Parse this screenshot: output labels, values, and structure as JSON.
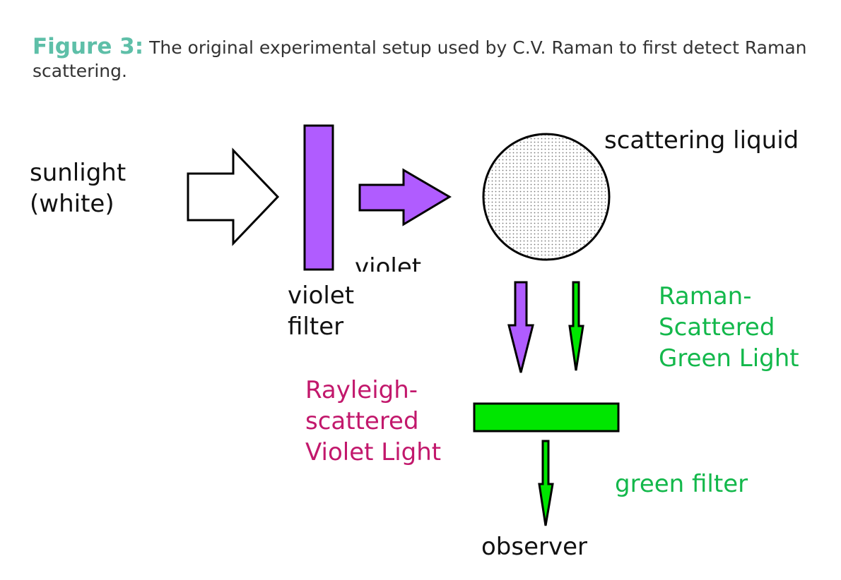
{
  "caption": {
    "figure_label": "Figure 3:",
    "text": "The original experimental setup used by C.V. Raman to first detect Raman scattering."
  },
  "labels": {
    "sunlight_line1": "sunlight",
    "sunlight_line2": "(white)",
    "filter_beam": "violet",
    "violet_filter_line1": "violet",
    "violet_filter_line2": "filter",
    "scattering_liquid": "scattering liquid",
    "raman_line1": "Raman-",
    "raman_line2": "Scattered",
    "raman_line3": "Green Light",
    "rayleigh_line1": "Rayleigh-",
    "rayleigh_line2": "scattered",
    "rayleigh_line3": "Violet Light",
    "green_filter": "green filter",
    "observer": "observer"
  },
  "colors": {
    "violet": "#b05cff",
    "green": "#00e600",
    "raman_text": "#13b84b",
    "rayleigh_text": "#c2186c",
    "caption_accent": "#5ebfa8"
  }
}
